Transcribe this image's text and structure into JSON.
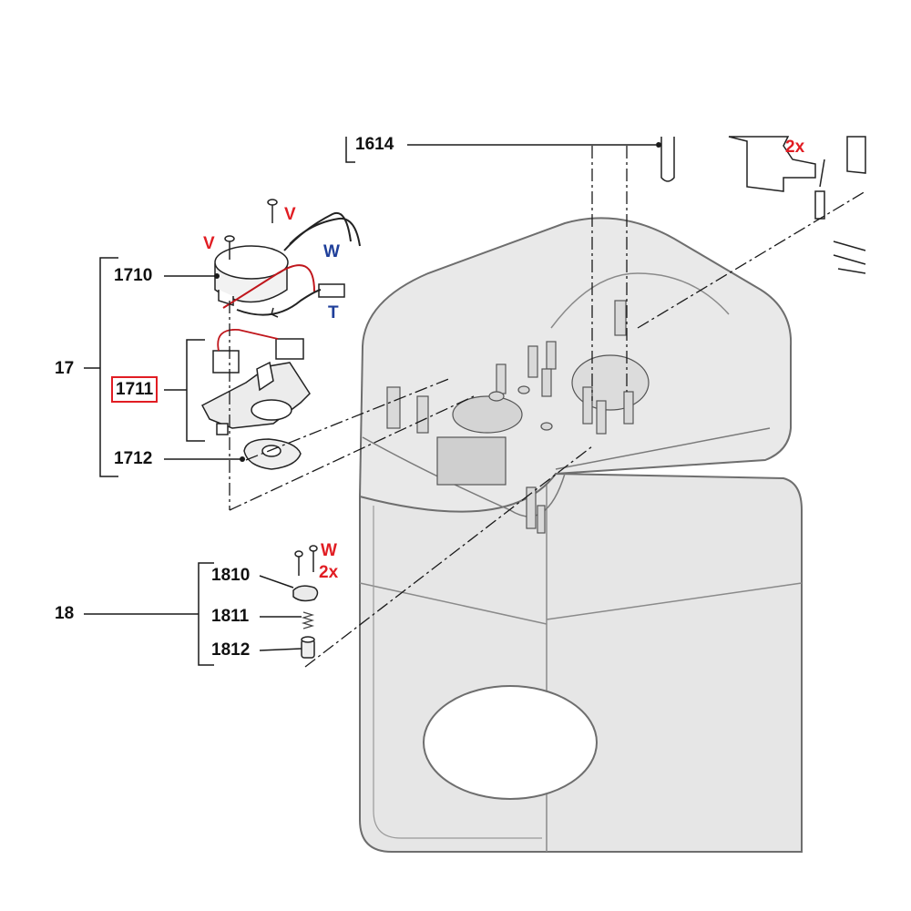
{
  "colors": {
    "housing_fill": "#e6e6e6",
    "housing_stroke": "#6e6e6e",
    "line": "#1a1a1a",
    "red_label": "#e11d23",
    "blue_label": "#1f3f9a",
    "highlight": "#e11d23"
  },
  "part_labels": {
    "p1614": "1614",
    "p17": "17",
    "p1710": "1710",
    "p1711": "1711",
    "p1712": "1712",
    "p18": "18",
    "p1810": "1810",
    "p1811": "1811",
    "p1812": "1812"
  },
  "letter_labels": {
    "v_top": "V",
    "v_left": "V",
    "w_motor": "W",
    "t_connector": "T",
    "w_screws": "W",
    "qty_screws": "2x",
    "qty_topright": "2x"
  },
  "highlighted_part": "1711"
}
